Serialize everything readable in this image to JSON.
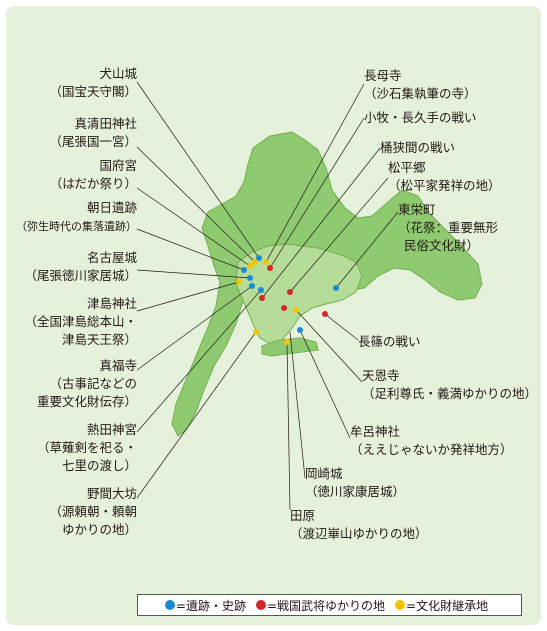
{
  "colors": {
    "background": "#e6f1dc",
    "land": "#8fca71",
    "land_highlight": "#b6dc9a",
    "coast": "#6fb04f",
    "ruins": "#1a8bd1",
    "warlord": "#d7262a",
    "culture": "#f2c500"
  },
  "labels": [
    {
      "id": "inuyama",
      "line1": "犬山城",
      "line2": "（国宝天守閣）",
      "type": "ruins"
    },
    {
      "id": "masumida",
      "line1": "真清田神社",
      "line2": "（尾張国一宮）",
      "type": "culture"
    },
    {
      "id": "kounomiya",
      "line1": "国府宮",
      "line2": "（はだか祭り）",
      "type": "culture"
    },
    {
      "id": "asahi",
      "line1": "朝日遺跡",
      "line2": "（弥生時代の集落遺跡）",
      "type": "ruins"
    },
    {
      "id": "nagoya",
      "line1": "名古屋城",
      "line2": "（尾張徳川家居城）",
      "type": "ruins"
    },
    {
      "id": "tsushima",
      "line1": "津島神社",
      "line2": "（全国津島総本山・",
      "line3": "津島天王祭）",
      "type": "culture"
    },
    {
      "id": "shinpukuji",
      "line1": "真福寺",
      "line2": "（古事記などの",
      "line3": "重要文化財伝存）",
      "type": "ruins"
    },
    {
      "id": "atsuta",
      "line1": "熱田神宮",
      "line2": "（草薙剣を祀る・",
      "line3": "七里の渡し）",
      "type": "ruins"
    },
    {
      "id": "noma",
      "line1": "野間大坊",
      "line2": "（源頼朝・頼朝",
      "line3": "ゆかりの地）",
      "type": "culture"
    },
    {
      "id": "chobo",
      "line1": "長母寺",
      "line2": "（沙石集執筆の寺）",
      "type": "culture"
    },
    {
      "id": "komaki",
      "line1": "小牧・長久手の戦い",
      "type": "warlord"
    },
    {
      "id": "okehazama",
      "line1": "桶狭間の戦い",
      "type": "warlord"
    },
    {
      "id": "matsudaira",
      "line1": "松平郷",
      "line2": "（松平家発祥の地）",
      "type": "warlord"
    },
    {
      "id": "toei",
      "line1": "東栄町",
      "line2": "（花祭：重要無形",
      "line3": "民俗文化財）",
      "type": "ruins"
    },
    {
      "id": "nagashino",
      "line1": "長篠の戦い",
      "type": "warlord"
    },
    {
      "id": "tenonji",
      "line1": "天恩寺",
      "line2": "（足利尊氏・義満ゆかりの地）",
      "type": "culture"
    },
    {
      "id": "murojinja",
      "line1": "牟呂神社",
      "line2": "（ええじゃないか発祥地方）",
      "type": "ruins"
    },
    {
      "id": "okazaki",
      "line1": "岡崎城",
      "line2": "（徳川家康居城）",
      "type": "warlord"
    },
    {
      "id": "tahara",
      "line1": "田原",
      "line2": "（渡辺崋山ゆかりの地）",
      "type": "culture"
    }
  ],
  "legend": [
    {
      "name": "ruins",
      "text": "=遺跡・史跡",
      "color": "#1a8bd1"
    },
    {
      "name": "warlord",
      "text": "=戦国武将ゆかりの地",
      "color": "#d7262a"
    },
    {
      "name": "culture",
      "text": "=文化財継承地",
      "color": "#f2c500"
    }
  ]
}
